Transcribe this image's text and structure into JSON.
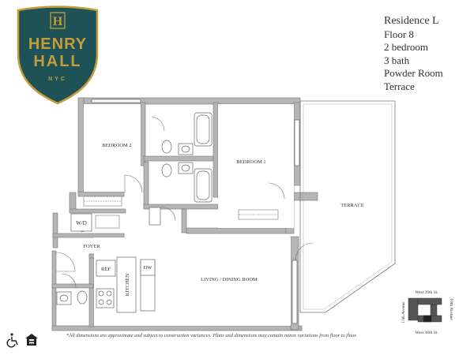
{
  "logo": {
    "monogram": "H",
    "name_line1": "HENRY",
    "name_line2": "HALL",
    "city": "NYC",
    "colors": {
      "shield": "#1e5257",
      "border": "#c59c38",
      "text": "#c59c38"
    }
  },
  "residence": {
    "title": "Residence L",
    "floor": "Floor 8",
    "bedrooms": "2 bedroom",
    "baths": "3 bath",
    "extra1": "Powder Room",
    "extra2": "Terrace"
  },
  "rooms": {
    "bedroom2": "BEDROOM 2",
    "bedroom1": "BEDROOM 1",
    "terrace": "TERRACE",
    "wd": "W/D",
    "foyer": "FOYER",
    "ref": "REF",
    "dw": "DW",
    "kitchen": "KITCHEN",
    "living": "LIVING / DINING ROOM"
  },
  "keyplan": {
    "north": "West 39th St.",
    "south": "West 38th St.",
    "west": "11th Avenue",
    "east": "10th Avenue"
  },
  "disclaimer": "*All dimensions are approximate and subject to construction variances. Plans and dimensions may contain minor variations from floor to floor.",
  "icons": [
    "wheelchair-accessibility-icon",
    "equal-housing-icon"
  ]
}
